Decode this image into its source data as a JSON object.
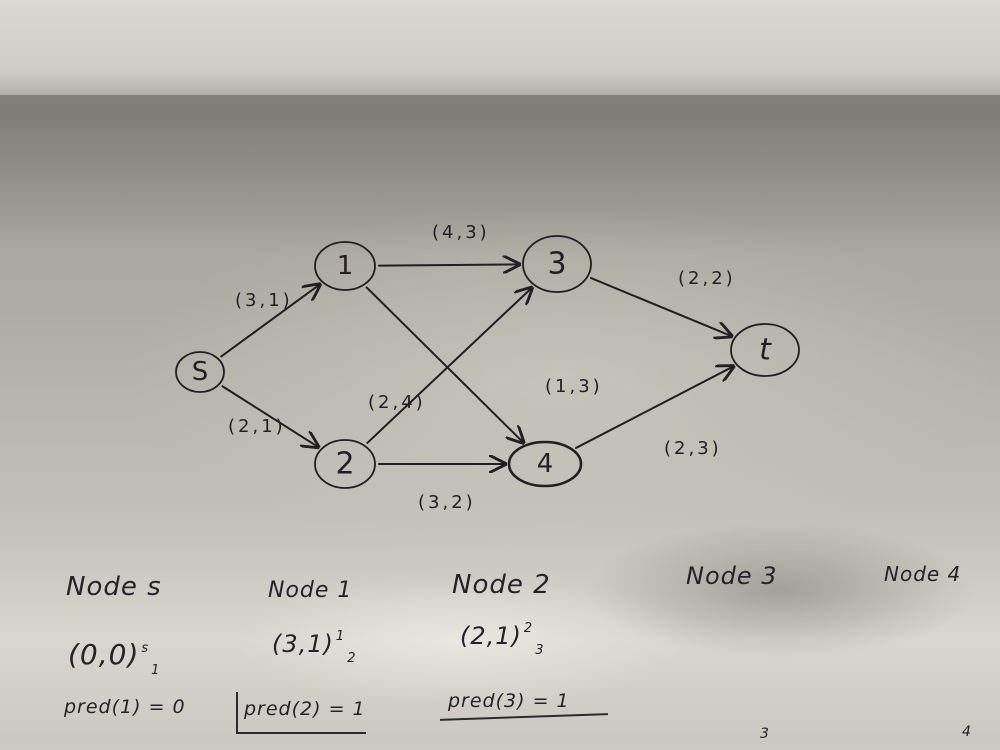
{
  "diagram": {
    "nodes": [
      {
        "id": "s",
        "label": "S"
      },
      {
        "id": "1",
        "label": "1"
      },
      {
        "id": "2",
        "label": "2"
      },
      {
        "id": "3",
        "label": "3"
      },
      {
        "id": "4",
        "label": "4"
      },
      {
        "id": "t",
        "label": "t"
      }
    ],
    "edges": [
      {
        "from": "s",
        "to": "1",
        "label": "(3,1)"
      },
      {
        "from": "s",
        "to": "2",
        "label": "(2,1)"
      },
      {
        "from": "1",
        "to": "3",
        "label": "(4,3)"
      },
      {
        "from": "1",
        "to": "4",
        "label": "(1,3)"
      },
      {
        "from": "2",
        "to": "3",
        "label": "(2,4)"
      },
      {
        "from": "2",
        "to": "4",
        "label": "(3,2)"
      },
      {
        "from": "3",
        "to": "t",
        "label": "(2,2)"
      },
      {
        "from": "4",
        "to": "t",
        "label": "(2,3)"
      }
    ]
  },
  "notes": {
    "headers": [
      "Node s",
      "Node 1",
      "Node 2",
      "Node 3",
      "Node 4"
    ],
    "labels": [
      {
        "main": "(0,0)",
        "sup": "s",
        "sub": "1"
      },
      {
        "main": "(3,1)",
        "sup": "1",
        "sub": "2"
      },
      {
        "main": "(2,1)",
        "sup": "2",
        "sub": "3"
      }
    ],
    "preds": [
      "pred(1) = 0",
      "pred(2) = 1",
      "pred(3) = 1"
    ],
    "bottom_fragments": [
      "3",
      "4"
    ]
  }
}
